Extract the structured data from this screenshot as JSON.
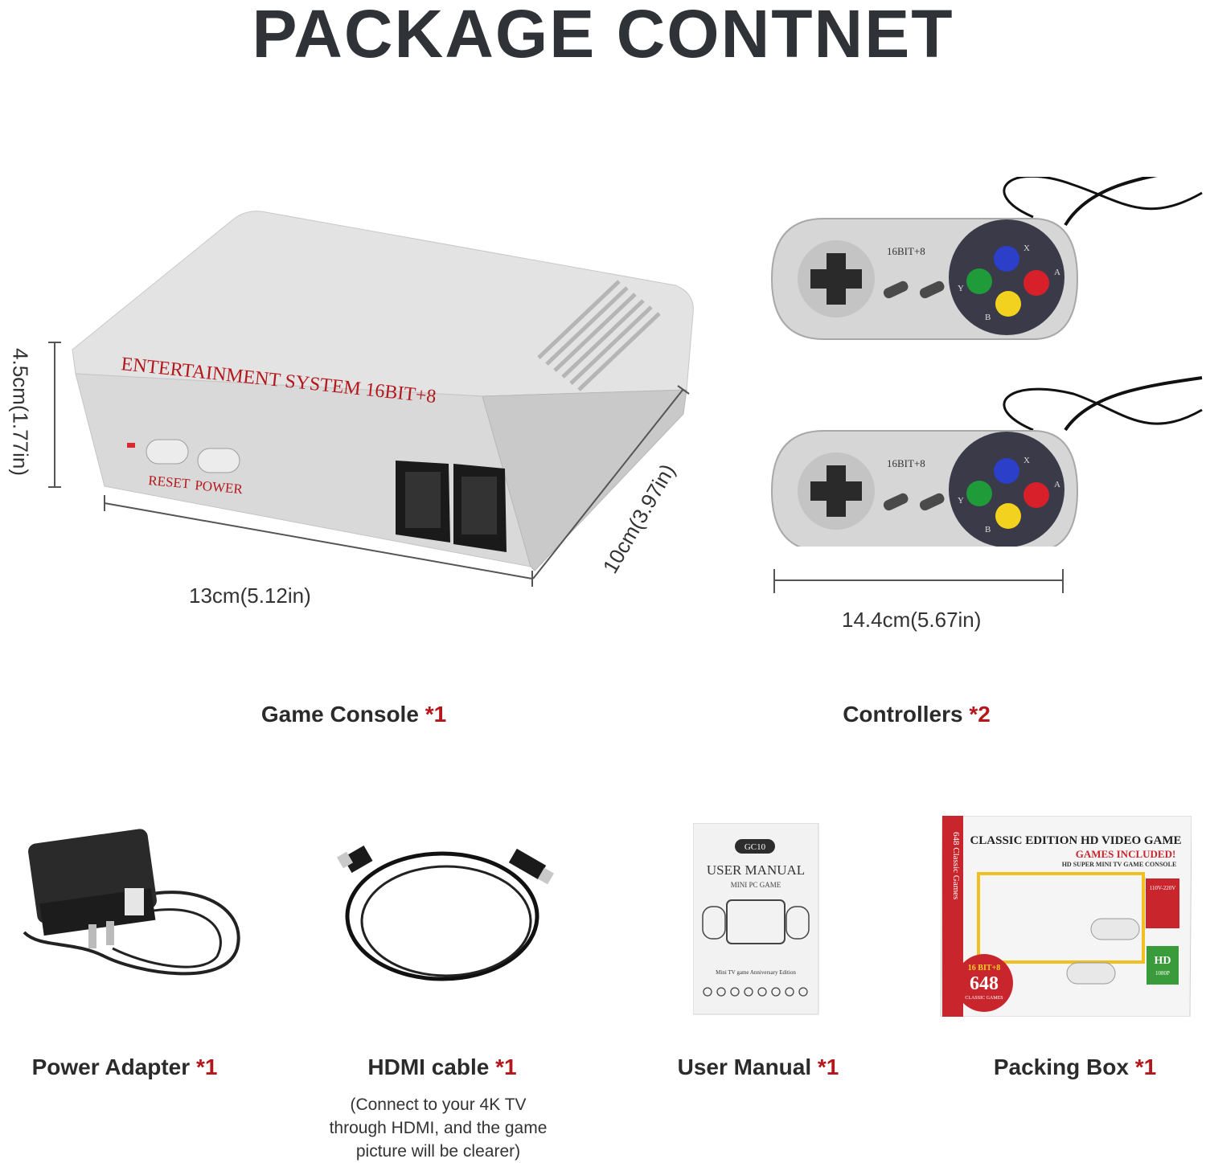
{
  "page": {
    "title": "PACKAGE CONTNET"
  },
  "console": {
    "label": "Game Console",
    "qty": "*1",
    "front_text": "ENTERTAINMENT SYSTEM 16BIT+8",
    "reset_label": "RESET",
    "power_label": "POWER",
    "height_dim": "4.5cm(1.77in)",
    "width_dim": "13cm(5.12in)",
    "depth_dim": "10cm(3.97in)"
  },
  "controllers": {
    "label": "Controllers",
    "qty": "*2",
    "brand": "16BIT+8",
    "width_dim": "14.4cm(5.67in)",
    "buttons": {
      "x": "X",
      "y": "Y",
      "a": "A",
      "b": "B"
    }
  },
  "adapter": {
    "label": "Power Adapter",
    "qty": "*1"
  },
  "hdmi": {
    "label": "HDMI cable",
    "qty": "*1",
    "note": [
      "(Connect to your 4K TV",
      "through HDMI, and the game",
      "picture will be clearer)"
    ]
  },
  "manual": {
    "label": "User Manual",
    "qty": "*1",
    "model": "GC10",
    "title": "USER MANUAL",
    "subtitle": "MINI PC GAME",
    "footer": "Mini TV game Anniversary Edition"
  },
  "box": {
    "label": "Packing Box",
    "qty": "*1",
    "headline": "CLASSIC EDITION HD VIDEO GAME",
    "sub": "GAMES INCLUDED!",
    "sub2": "HD SUPER MINI TV GAME CONSOLE",
    "side_text": "648 Classic Games",
    "badge_top": "16 BIT+8",
    "badge_num": "648",
    "badge_bottom": "CLASSIC GAMES",
    "voltage": "110V-220V",
    "hd_top": "HD",
    "hd_bottom": "1080P"
  },
  "colors": {
    "accent_red": "#b3171b",
    "console_body": "#dedede",
    "btn_blue": "#2b3fc8",
    "btn_red": "#d8202a",
    "btn_green": "#1f9b3a",
    "btn_yellow": "#f2d21e"
  }
}
